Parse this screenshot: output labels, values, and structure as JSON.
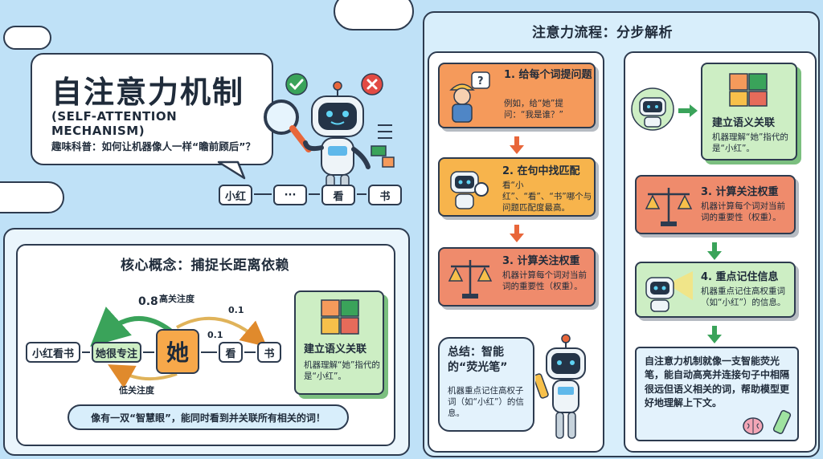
{
  "title": {
    "main": "自注意力机制",
    "english": "(SELF-ATTENTION MECHANISM)",
    "subtitle": "趣味科普：如何让机器像人一样“瞻前顾后”？"
  },
  "token_row": [
    "小红",
    "···",
    "看",
    "书"
  ],
  "core": {
    "heading": "核心概念：捕捉长距离依赖",
    "tokens": [
      "小红看书",
      "她很专注",
      "她",
      "看",
      "书"
    ],
    "weights": {
      "high_value": "0.8",
      "high_label": "高关注度",
      "low_label": "低关注度",
      "w1": "0.1",
      "w2": "0.1"
    },
    "result_title": "建立语义关联",
    "result_text": "机器理解“她”指代的是“小红”。",
    "footer": "像有一双“智慧眼”，能同时看到并关联所有相关的词！"
  },
  "process": {
    "heading": "注意力流程：分步解析",
    "steps": [
      {
        "title": "1. 给每个词提问题",
        "text": "例如，给“她”提问：“我是谁？”"
      },
      {
        "title": "2. 在句中找匹配",
        "text": "看“小红”、“看”、“书”哪个与问题匹配度最高。"
      },
      {
        "title": "3. 计算关注权重",
        "text": "机器计算每个词对当前词的重要性（权重）。"
      }
    ],
    "summary_title": "总结：智能的“荧光笔”",
    "summary_text": "机器重点记住高权子词（如“小红”）的信息。",
    "right": [
      {
        "title": "建立语义关联",
        "text": "机器理解“她”指代的是“小红”。"
      },
      {
        "title": "3. 计算关注权重",
        "text": "机器计算每个词对当前词的重要性（权重）。"
      },
      {
        "title": "4. 重点记住信息",
        "text": "机器重点记住高权重词（如“小红”）的信息。"
      }
    ],
    "final_text": "自注意力机制就像一支智能荧光笔，能自动高亮并连接句子中相隔很远但语义相关的词，帮助模型更好地理解上下文。"
  },
  "colors": {
    "sky": "#bfe1f7",
    "panel": "#d8eefb",
    "orange": "#f59a5b",
    "amber": "#f7b44c",
    "coral": "#ef8b6c",
    "green": "#cdeec4",
    "green_dark": "#3aa35a",
    "orange_dark": "#e8663a",
    "ink": "#2d3b4f"
  },
  "icons": [
    "check-icon",
    "cross-icon",
    "magnifier-icon",
    "robot-icon",
    "puzzle-icon",
    "scale-icon",
    "worker-icon",
    "highlighter-icon",
    "brain-icon"
  ]
}
